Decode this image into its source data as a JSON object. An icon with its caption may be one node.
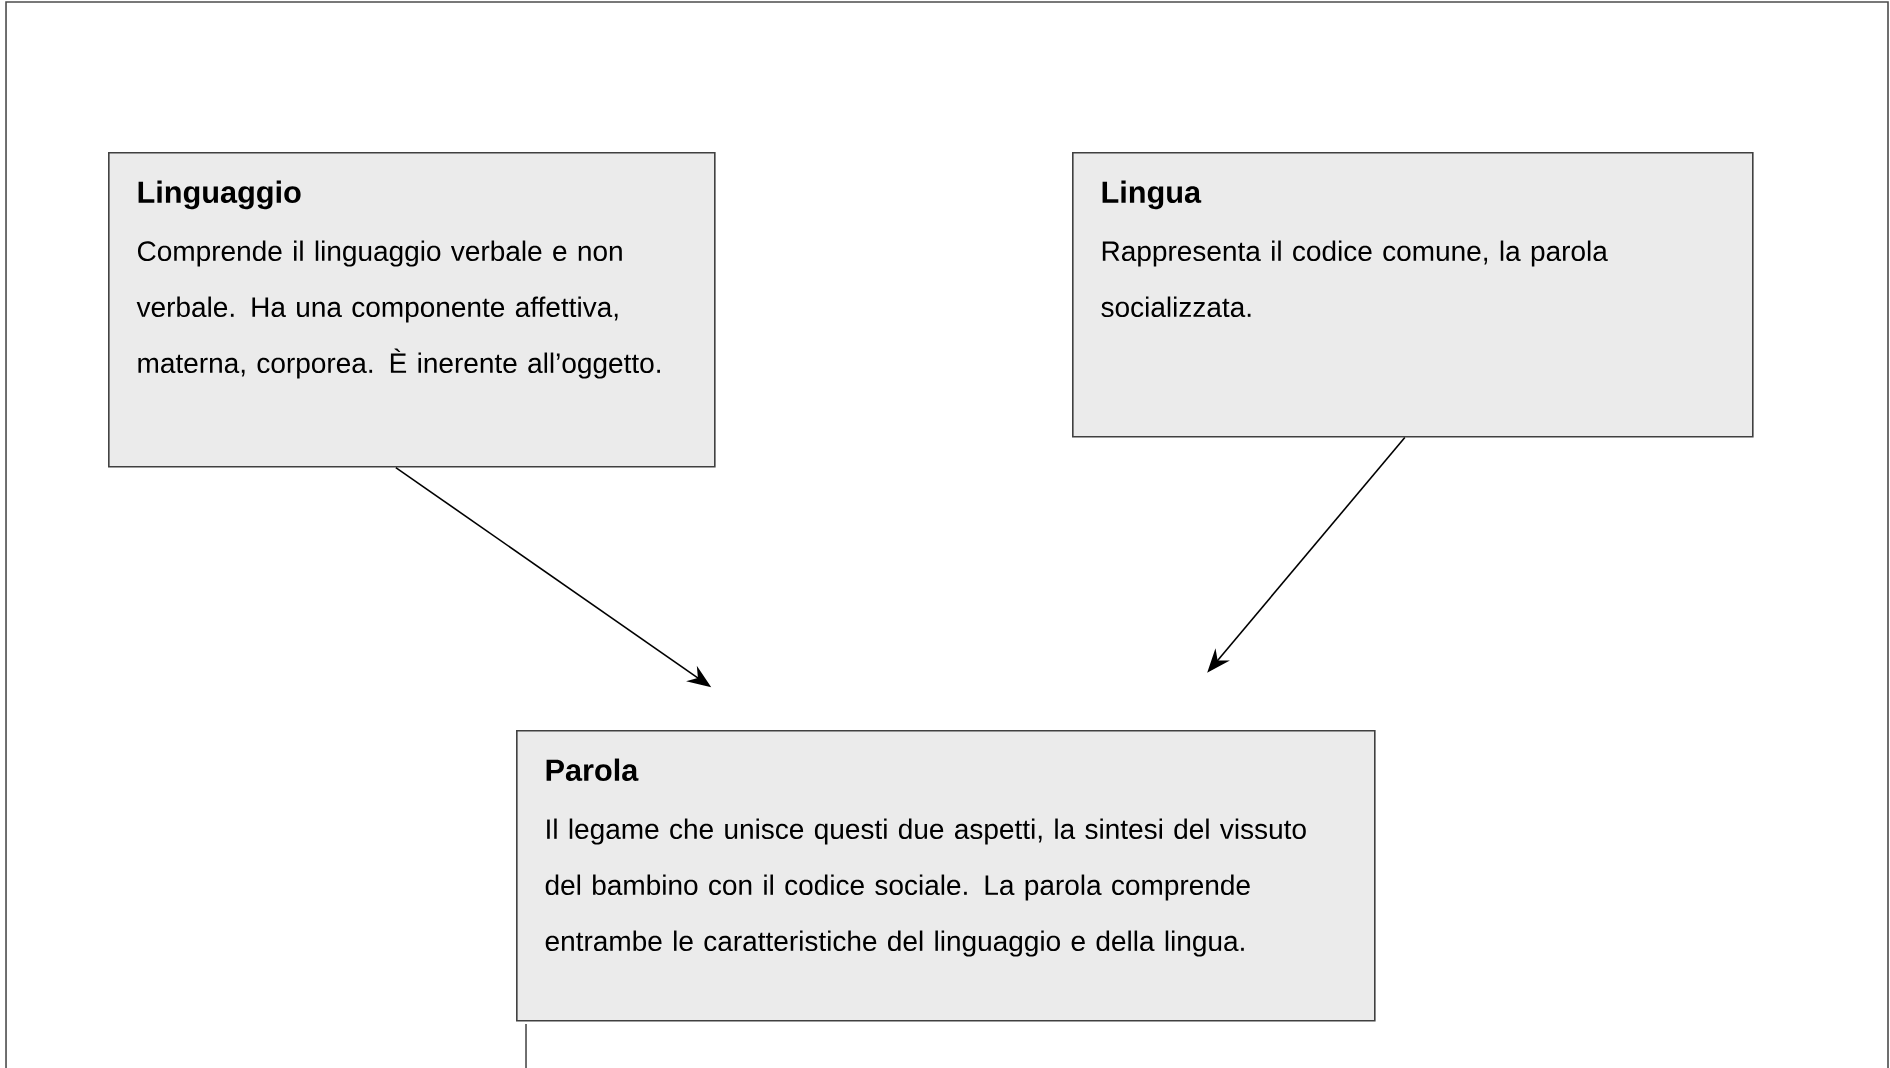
{
  "diagram": {
    "nodes": [
      {
        "text": [
          "Linguaggio",
          "Comprende il linguaggio verbale e non verbale. Ha una componente affettiva, materna, corporea. È inerente all’oggetto."
        ]
      },
      {
        "text": [
          "Lingua",
          "Rappresenta il codice comune, la parola socializzata."
        ]
      },
      {
        "text": [
          "Parola",
          "Il legame che unisce questi due aspetti, la sintesi del vissuto del bambino con il codice sociale. La parola comprende entrambe le caratteristiche del linguaggio e della lingua."
        ]
      }
    ],
    "edges": [
      {
        "from": 0,
        "to": 2,
        "arrow": "to"
      },
      {
        "from": 1,
        "to": 2,
        "arrow": "to"
      }
    ]
  }
}
